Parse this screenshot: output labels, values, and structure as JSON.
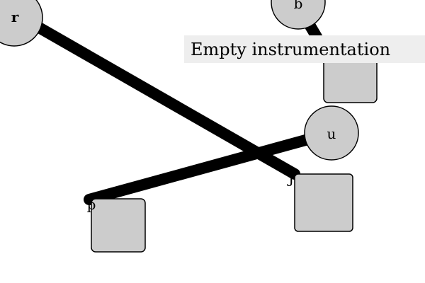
{
  "diagram": {
    "caption": "Empty instrumentation",
    "nodes": [
      {
        "id": "r",
        "label": "r"
      },
      {
        "id": "b",
        "label": "b"
      },
      {
        "id": "u",
        "label": "u"
      }
    ],
    "anchors": [
      {
        "id": "p",
        "label": "p"
      },
      {
        "id": "j",
        "label": "J"
      }
    ],
    "edges": [
      {
        "from": "r",
        "to": "j"
      },
      {
        "from": "u",
        "to": "p"
      },
      {
        "from": "b",
        "to": "box-b"
      }
    ]
  }
}
